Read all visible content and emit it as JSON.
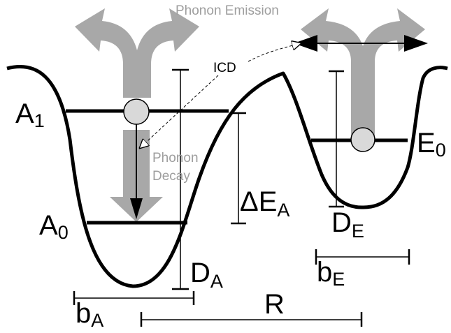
{
  "labels": {
    "phonon_emission": "Phonon Emission",
    "icd": "ICD",
    "phonon_decay_line1": "Phonon",
    "phonon_decay_line2": "Decay",
    "a1_main": "A",
    "a1_sub": "1",
    "a0_main": "A",
    "a0_sub": "0",
    "e0_main": "E",
    "e0_sub": "0",
    "delta_ea_main": "ΔE",
    "delta_ea_sub": "A",
    "da_main": "D",
    "da_sub": "A",
    "de_main": "D",
    "de_sub": "E",
    "ba_main": "b",
    "ba_sub": "A",
    "be_main": "b",
    "be_sub": "E",
    "r": "R"
  },
  "colors": {
    "curve": "#000000",
    "arrow_grey": "#a8a8a8",
    "circle_fill": "#d9d9d9",
    "text_grey": "#9e9e9e"
  }
}
